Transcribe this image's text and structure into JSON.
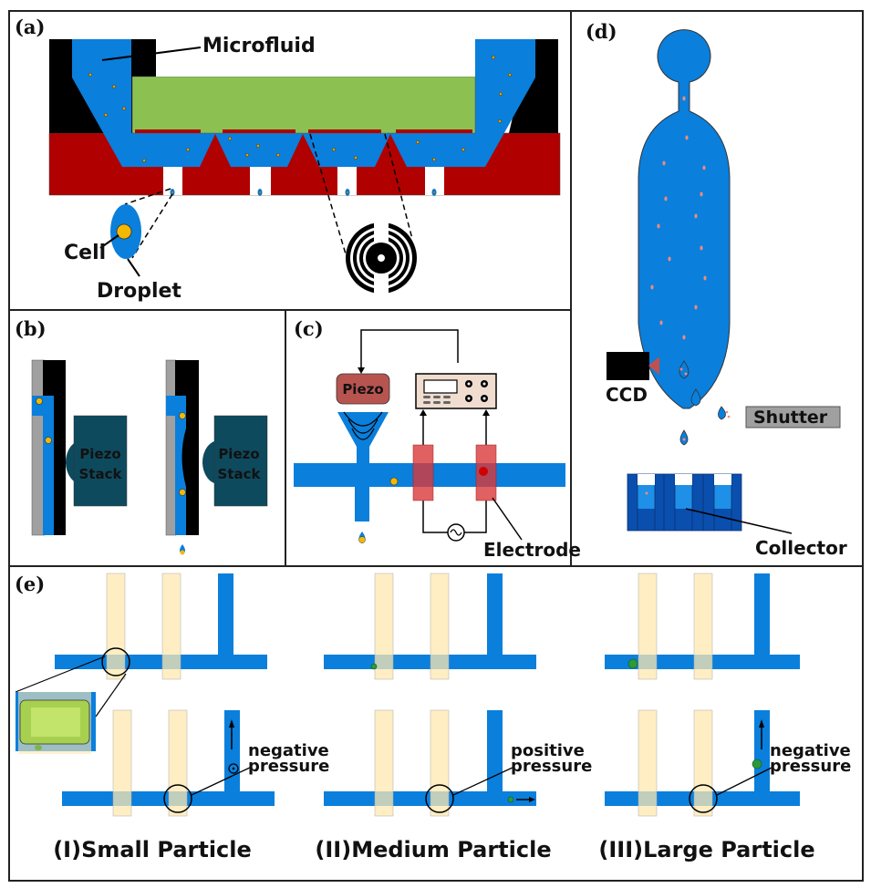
{
  "figure": {
    "panels": {
      "a": {
        "label": "(a)",
        "annotations": {
          "microfluid": "Microfluid",
          "cell": "Cell",
          "droplet": "Droplet"
        }
      },
      "b": {
        "label": "(b)",
        "piezo_left": [
          "Piezo",
          "Stack"
        ],
        "piezo_right": [
          "Piezo",
          "Stack"
        ]
      },
      "c": {
        "label": "(c)",
        "piezo": "Piezo",
        "electrode": "Electrode"
      },
      "d": {
        "label": "(d)",
        "ccd": "CCD",
        "shutter": "Shutter",
        "collector": "Collector"
      },
      "e": {
        "label": "(e)",
        "cases": [
          {
            "title": "(I)Small Particle",
            "pressure": [
              "negative",
              "pressure"
            ]
          },
          {
            "title": "(II)Medium Particle",
            "pressure": [
              "positive",
              "pressure"
            ]
          },
          {
            "title": "(III)Large Particle",
            "pressure": [
              "negative",
              "pressure"
            ]
          }
        ]
      }
    },
    "colors": {
      "fluid": "#0a7fdc",
      "substrate": "#b00000",
      "chip": "#8cc152",
      "housing": "#000000",
      "cell": "#f5b800",
      "piezo_stack": "#0e4a5e",
      "piezo_c": "#b85450",
      "electrode": "#d9383a",
      "electrode_strip": "#ffe8b0",
      "particle": "#2a9a3a",
      "collector_dark": "#0a4fae",
      "shutter": "#a0a0a0"
    }
  }
}
